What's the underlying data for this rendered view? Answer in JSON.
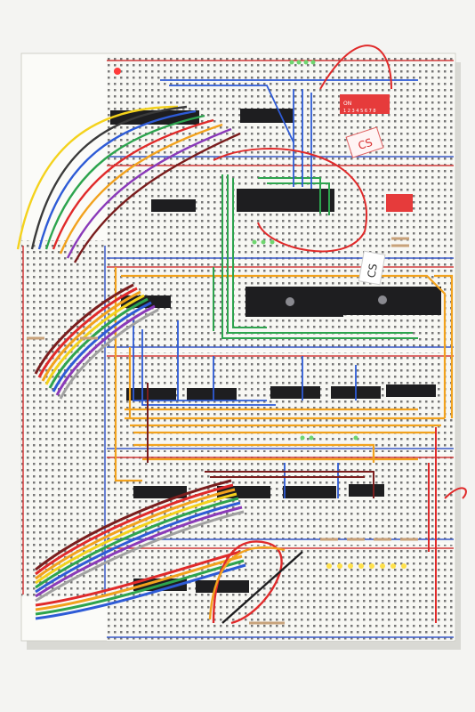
{
  "photo": {
    "subject": "breadboard-computer",
    "sticky_note_1": "CS",
    "sticky_note_2": "CS",
    "dip_switch_label": "ON",
    "dip_switch_numbers": "1 2 3 4 5 6 7 8"
  },
  "colors": {
    "background": "#f4f4f2",
    "board": "#f7f7f3",
    "rail_red": "#d23a3a",
    "rail_blue": "#3858c8",
    "chip": "#1e1e20",
    "wire_orange": "#f2a21d",
    "wire_green": "#2da44e",
    "wire_blue": "#2e5bd6",
    "wire_red": "#e02a2a",
    "wire_yellow": "#f4d21c",
    "wire_darkred": "#7a1d1d",
    "dip_switch": "#e63b3b",
    "led_yellow": "#ffe14a"
  }
}
